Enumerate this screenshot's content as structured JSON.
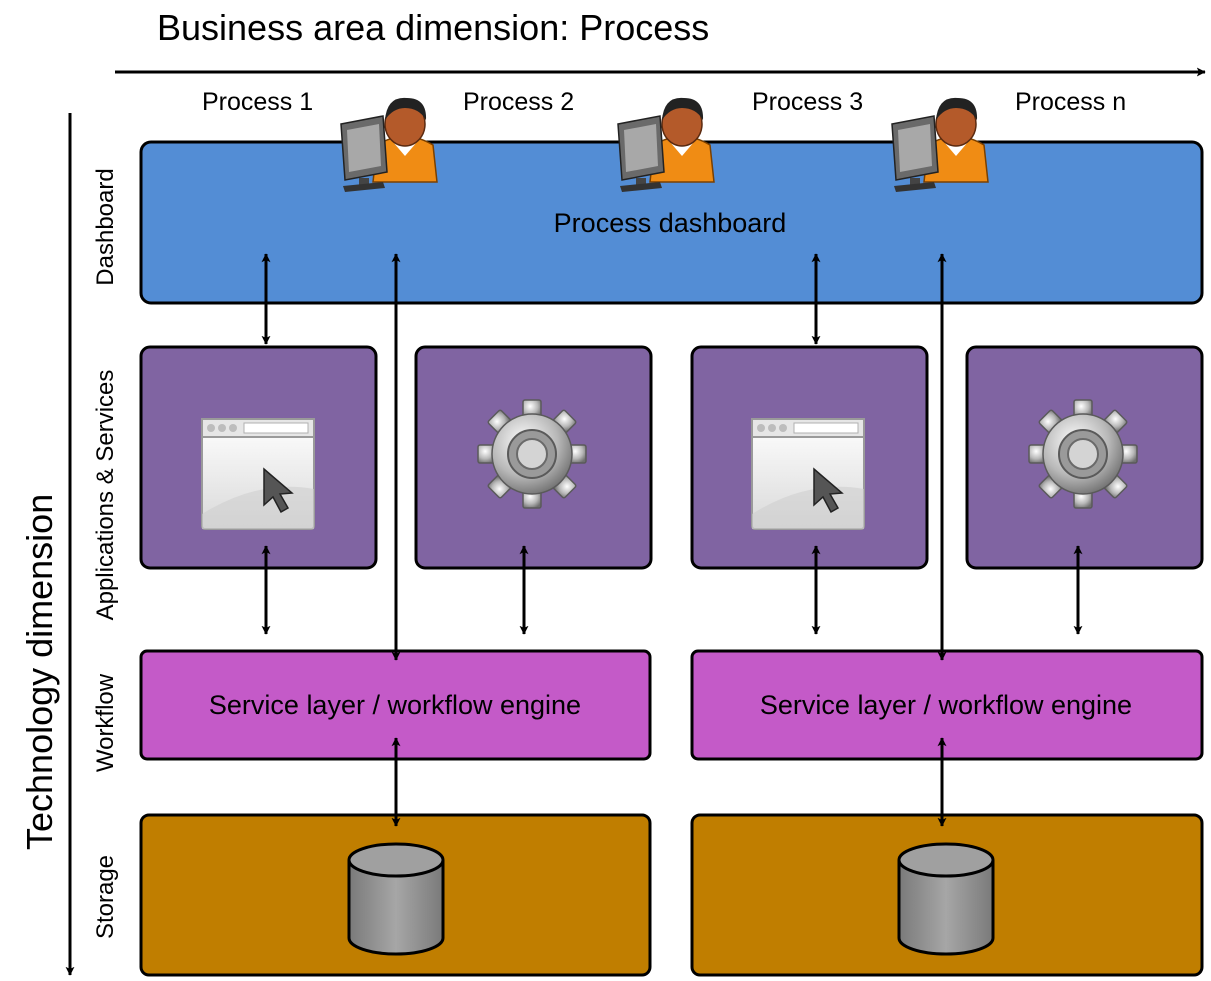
{
  "axes": {
    "horizontal_title": "Business area dimension: Process",
    "vertical_title": "Technology dimension"
  },
  "processes": [
    "Process 1",
    "Process 2",
    "Process 3",
    "Process n"
  ],
  "layers": {
    "dashboard": "Dashboard",
    "applications": "Applications & Services",
    "workflow": "Workflow",
    "storage": "Storage"
  },
  "dashboard": {
    "label": "Process dashboard",
    "color": "#538dd5"
  },
  "workflow_boxes": [
    "Service layer / workflow engine",
    "Service layer / workflow engine"
  ],
  "colors": {
    "applications": "#8064a2",
    "workflow": "#c45ac8",
    "storage": "#c07e00",
    "cylinder": "#8c8c8c",
    "user_skin": "#b45a2a",
    "user_shirt": "#f08c14"
  },
  "icons": {
    "application_boxes": [
      "browser-window-icon",
      "gear-icon",
      "browser-window-icon",
      "gear-icon"
    ],
    "users": [
      "user-at-computer-icon",
      "user-at-computer-icon",
      "user-at-computer-icon"
    ],
    "storage": [
      "database-icon",
      "database-icon"
    ]
  }
}
